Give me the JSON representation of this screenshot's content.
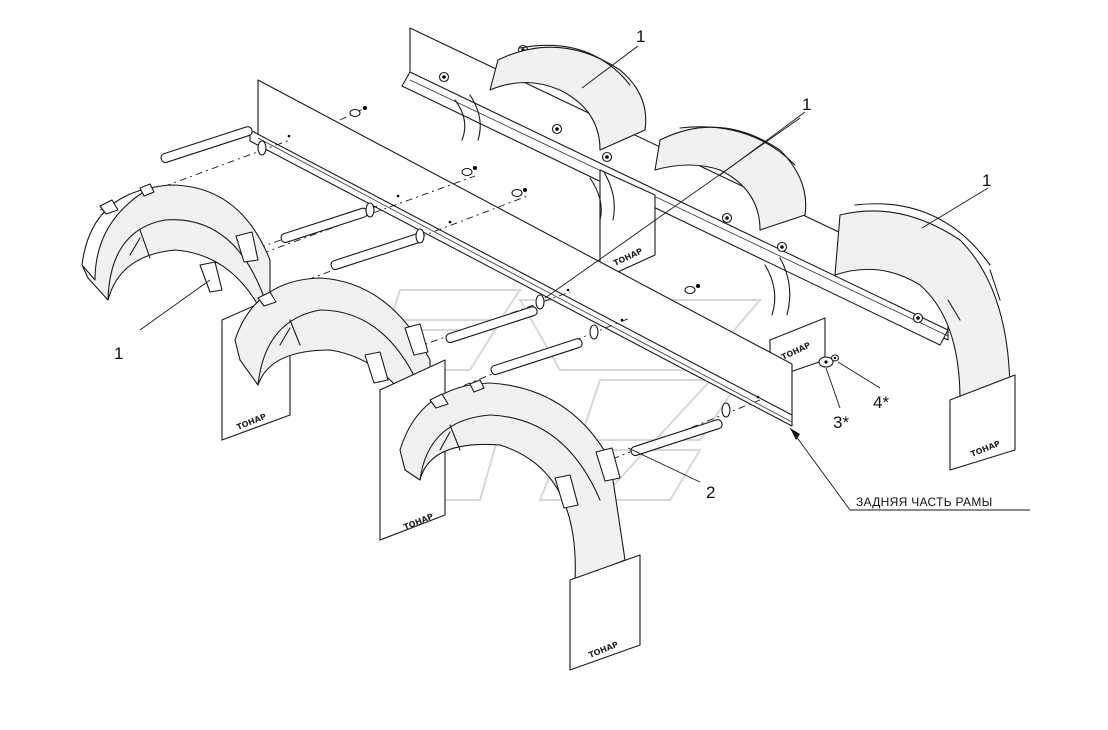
{
  "callouts": {
    "fender_top_left": "1",
    "fender_top_mid": "1",
    "fender_top_right": "1",
    "fender_left": "1",
    "axle_rod": "2",
    "washer": "3*",
    "nut": "4*"
  },
  "frame_label": "ЗАДНЯЯ ЧАСТЬ РАМЫ",
  "mudflap_brand": "ТОНАР"
}
